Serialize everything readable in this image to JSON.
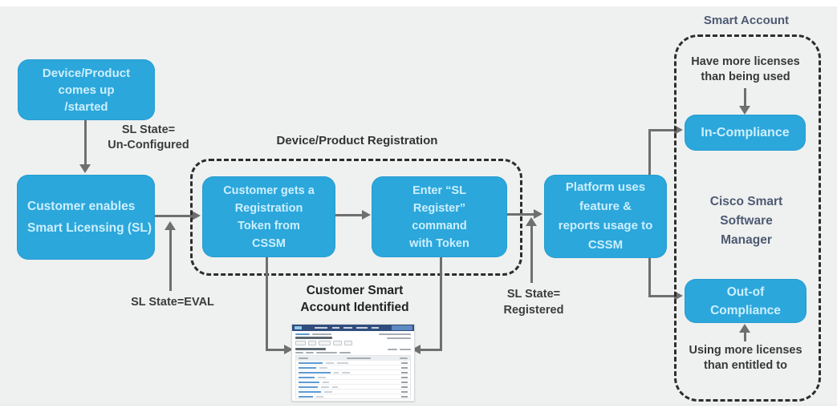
{
  "colors": {
    "node_fill": "#2BA7DC",
    "node_text": "#CDEFFD",
    "connector_gray": "#6F6F6F",
    "dashed_border": "#2D2D2D",
    "navy_label": "#4E5A73",
    "label_text": "#3C3C3C",
    "canvas_bg": "#EFF1F0",
    "thumb_header": "#2F4D7E"
  },
  "flow": {
    "device_start": [
      "Device/Product",
      "comes up",
      "/started"
    ],
    "customer_enables": [
      "Customer enables",
      "Smart Licensing (SL)"
    ],
    "get_token": [
      "Customer gets a",
      "Registration",
      "Token from",
      "CSSM"
    ],
    "enter_register": [
      "Enter “SL",
      "Register”",
      "command",
      "with Token"
    ],
    "platform_reports": [
      "Platform uses",
      "feature &",
      "reports usage to",
      "CSSM"
    ],
    "in_compliance": [
      "In-Compliance"
    ],
    "out_of_compliance": [
      "Out-of",
      "Compliance"
    ]
  },
  "labels": {
    "sl_unconfigured": [
      "SL State=",
      "Un-Configured"
    ],
    "sl_eval": "SL State=EVAL",
    "sl_registered": [
      "SL State=",
      "Registered"
    ],
    "registration_title": "Device/Product Registration",
    "smart_account_title": "Smart Account",
    "have_more": [
      "Have more licenses",
      "than being used"
    ],
    "cssm_name": [
      "Cisco Smart",
      "Software",
      "Manager"
    ],
    "using_more": [
      "Using more licenses",
      "than entitled to"
    ],
    "account_identified": [
      "Customer Smart",
      "Account Identified"
    ]
  }
}
